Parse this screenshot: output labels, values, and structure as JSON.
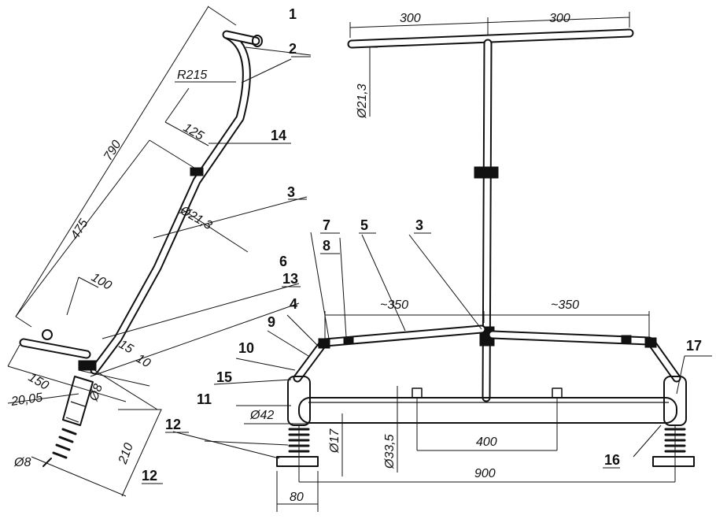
{
  "part_labels": {
    "p1": "1",
    "p2": "2",
    "p3a": "3",
    "p3b": "3",
    "p4": "4",
    "p5": "5",
    "p6": "6",
    "p7": "7",
    "p8": "8",
    "p9": "9",
    "p10": "10",
    "p11": "11",
    "p12a": "12",
    "p12b": "12",
    "p13": "13",
    "p14": "14",
    "p15": "15",
    "p16": "16",
    "p17": "17"
  },
  "side_view_dims": {
    "r215": "R215",
    "d125": "125",
    "d790": "790",
    "d475": "475",
    "dia21_3": "Ø21,3",
    "d100": "100",
    "d15": "15",
    "d10": "10",
    "d150": "150",
    "d20_05": "20,05",
    "dia8a": "Ø8",
    "d210": "210",
    "dia8b": "Ø8"
  },
  "front_view_dims": {
    "d300a": "300",
    "d300b": "300",
    "dia21_3": "Ø21,3",
    "d350a": "~350",
    "d350b": "~350",
    "dia42": "Ø42",
    "dia17": "Ø17",
    "dia33_5": "Ø33,5",
    "d400": "400",
    "d900": "900",
    "d80": "80"
  }
}
